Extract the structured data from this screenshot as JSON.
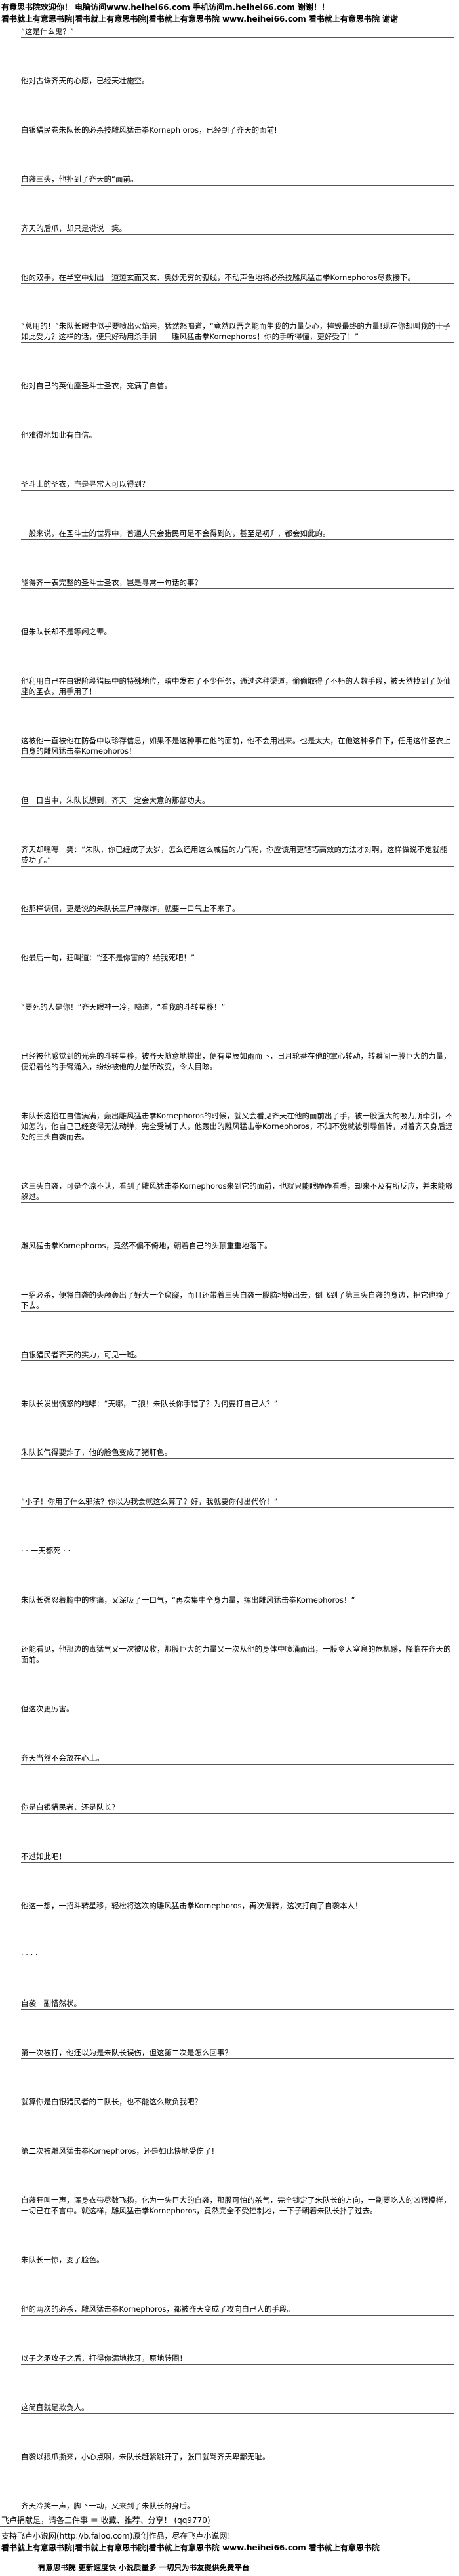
{
  "header": {
    "line1": "有意思书院欢迎你！ 电脑访问www.heihei66.com 手机访问m.heihei66.com 谢谢！！",
    "line2": "看书就上有意思书院|看书就上有意思书院|看书就上有意思书院 www.heihei66.com 看书就上有意思书院 谢谢"
  },
  "paragraphs": [
    "“这是什么鬼？”",
    "他对古诛齐天的心愿，已经天壮施空。",
    "白银猎民卷朱队长的必杀技雕风猛击拳Korneph oros，已经到了齐天的面前!",
    "自袭三头，他扑到了齐天的“面前。",
    "齐天的后爪，却只是说说一笑。",
    "他的双手，在半空中划出一道道玄而又玄、奥妙无穷的弧线，不动声色地将必杀技雕风猛击拳Kornephoros尽数接下。",
    "“总用的！”朱队长眼中似乎要喷出火焰来，猛然怒喝道，“竟然以吾之能而生我的力量英心，摧毁最终的力量!现在你却叫我的十子如此受力？这样的话，便只好动用杀手锏——雕风猛击拳Kornephoros！你的手听得懂，更好受了！”",
    "他对自己的英仙座圣斗士圣衣，充满了自信。",
    "他难得地如此有自信。",
    "圣斗士的圣衣，岂是寻常人可以得到？",
    "一般来说，在圣斗士的世界中，普通人只会猎民可是不会得到的，甚至是初升，都会如此的。",
    "能得齐一表完整的圣斗士圣衣，岂是寻常一句话的事？",
    "但朱队长却不是等闲之辈。",
    "他利用自己在白银阶段猎民中的特殊地位，暗中发布了不少任务，通过这种渠道，偷偷取得了不朽的人数手段，被天然找到了英仙座的圣衣，用手用了！",
    "这被他一直被他在防备中以珍存信息，如果不是这种事在他的面前，他不会用出来。也是太大，在他这种条件下，任用这件圣衣上自身的雕风猛击拳Kornephoros！",
    "但一日当中，朱队长想到，齐天一定会大意的那部功夫。",
    "齐天却嘿嘿一笑：“朱队，你已经成了太岁，怎么还用这么威猛的力气呢，你应该用更轻巧高效的方法才对啊，这样做说不定就能成功了。”",
    "他那样调侃，更是说的朱队长三尸神爆炸，就要一口气上不来了。",
    "他最后一句，狂叫道：“还不是你害的？给我死吧！”",
    "“要死的人是你！”齐天眼神一冷，喝道，“看我的斗转星移！”",
    "已经被他感觉到的光亮的斗转星移，被齐天随意地搓出，便有星辰如雨而下，日月轮番在他的掌心转动，转瞬间一股巨大的力量，便沿着他的手臂涌入，纷纷被他的力量所改变，令人目眩。",
    "朱队长这招在自信满满，轰出雕风猛击拳Kornephoros的时候，就又会看见齐天在他的面前出了手，被一股强大的吸力所牵引，不知怎的，他自己已经变得无法动弹，完全受制于人，他轰出的雕风猛击拳Kornephoros，不知不觉就被引导偏转，对着齐天身后远处的三头自袭而去。",
    "这三头自袭，可是个凉不认，看到了雕风猛击拳Kornephoros来到它的面前，也就只能眼睁睁看着，却来不及有所反应，并未能够躲过。",
    "雕风猛击拳Kornephoros，竟然不偏不倚地，朝着自己的头顶重重地落下。",
    "一招必杀，便将自袭的头颅轰出了好大一个窟窿，而且还带着三头自袭一股脑地撞出去，倒飞到了第三头自袭的身边，把它也撞了下去。",
    "白银猎民者齐天的实力，可见一斑。",
    "朱队长发出愤怒的咆哮：“天哪，二狼！朱队长你手错了？为何要打自己人？”",
    "朱队长气得要炸了，他的脸色变成了猪肝色。",
    "“小子！你用了什么邪法？你以为我会就这么算了？好，我就要你付出代价！”",
    "· · 一天都死 · ·",
    "朱队长强忍着胸中的疼痛，又深吸了一口气，“再次集中全身力量，挥出雕风猛击拳Kornephoros！”",
    "还能看见，他那边的毒猛气又一次被吸收，那股巨大的力量又一次从他的身体中喷涌而出，一股令人窒息的危机感，降临在齐天的面前。",
    "但这次更厉害。",
    "齐天当然不会放在心上。",
    "你是白银猎民者，还是队长？",
    "不过如此吧！",
    "他这一想，一招斗转星移，轻松将这次的雕风猛击拳Kornephoros，再次偏转，这次打向了自袭本人！",
    "· · · ·",
    "自袭一副懵然状。",
    "第一次被打，他还以为是朱队长误伤，但这第二次是怎么回事？",
    "就算你是白银猎民者的二队长，也不能这么欺负我吧？",
    "第二次被雕风猛击拳Kornephoros，还是如此快地受伤了!",
    "自袭狂叫一声，浑身衣带尽数飞扬，化为一头巨大的自袭，那股可怕的杀气，完全锁定了朱队长的方向，一副要吃人的凶狠模样，一切已在不言中。就这样，雕风猛击拳Kornephoros，竟然完全不受控制地，一下子朝着朱队长扑了过去。",
    "朱队长一惊，变了脸色。",
    "他的两次的必杀，雕风猛击拳Kornephoros，都被齐天变成了攻向自己人的手段。",
    "以子之矛攻子之盾，打得你满地找牙，原地转圈！",
    "这简直就是欺负人。",
    "自袭以狼爪撕来，小心点啊，朱队长赶紧跳开了，张口就骂齐天卑鄙无耻。",
    "齐天冷笑一声，脚下一动，又来到了朱队长的身后。"
  ],
  "footer": {
    "line1": "飞卢捐献是，请各三件事 ＝ 收藏、推荐、分享！ (qq9770)",
    "line2": "支持飞卢小说网(http://b.faloo.com)原创作品，尽在飞卢小说网！",
    "line3": "看书就上有意思书院|看书就上有意思书院|看书就上有意思书院 www.heihei66.com 看书就上有意思书院",
    "line4": "有意思书院 更新速度快 小说质量多 一切只为书友提供免费平台"
  }
}
